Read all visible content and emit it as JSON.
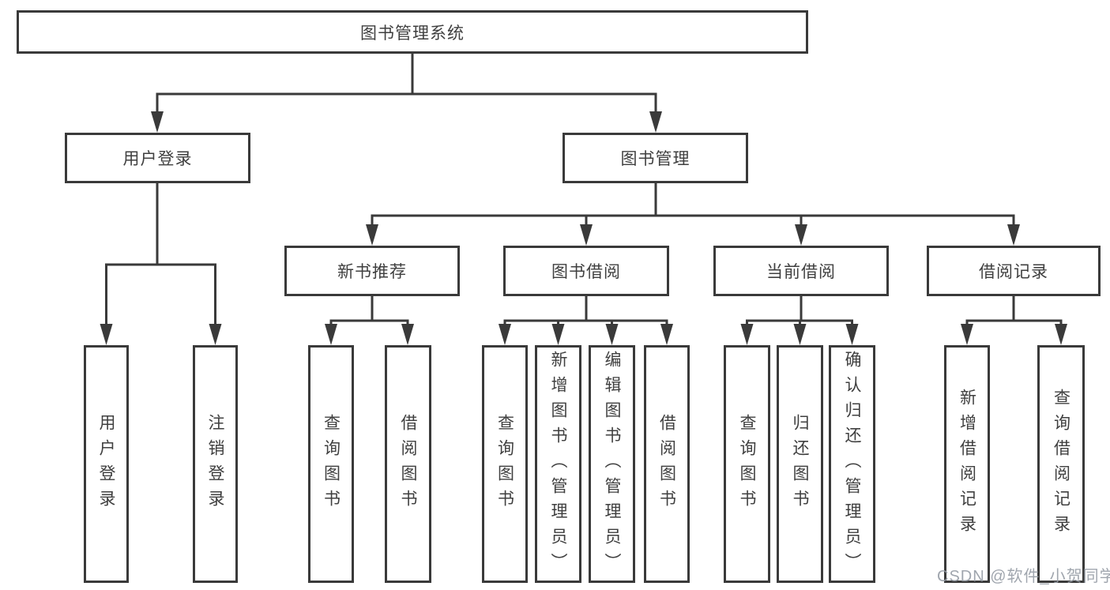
{
  "diagram": {
    "type": "org-tree",
    "colors": {
      "line": "#3a3a3a",
      "text": "#3f3f3f",
      "background": "#ffffff",
      "watermark": "#969ca5"
    },
    "watermark": "CSDN @软件_小贺同学",
    "tree": {
      "label": "图书管理系统",
      "children": [
        {
          "label": "用户登录",
          "children": [
            {
              "label": "用户登录"
            },
            {
              "label": "注销登录"
            }
          ]
        },
        {
          "label": "图书管理",
          "children": [
            {
              "label": "新书推荐",
              "children": [
                {
                  "label": "查询图书"
                },
                {
                  "label": "借阅图书"
                }
              ]
            },
            {
              "label": "图书借阅",
              "children": [
                {
                  "label": "查询图书"
                },
                {
                  "label": "新增图书（管理员）"
                },
                {
                  "label": "编辑图书（管理员）"
                },
                {
                  "label": "借阅图书"
                }
              ]
            },
            {
              "label": "当前借阅",
              "children": [
                {
                  "label": "查询图书"
                },
                {
                  "label": "归还图书"
                },
                {
                  "label": "确认归还（管理员）"
                }
              ]
            },
            {
              "label": "借阅记录",
              "children": [
                {
                  "label": "新增借阅记录"
                },
                {
                  "label": "查询借阅记录"
                }
              ]
            }
          ]
        }
      ]
    }
  }
}
